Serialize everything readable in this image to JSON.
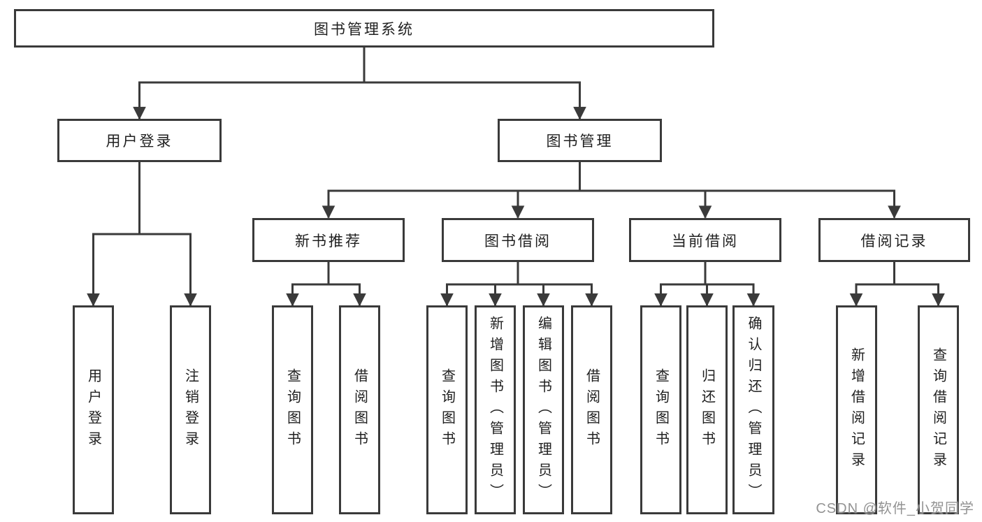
{
  "tree": {
    "root": {
      "label": "图书管理系统"
    },
    "branches": [
      {
        "label": "用户登录",
        "children": [
          {
            "label": "用户登录"
          },
          {
            "label": "注销登录"
          }
        ]
      },
      {
        "label": "图书管理",
        "children": [
          {
            "label": "新书推荐",
            "children": [
              {
                "label": "查询图书"
              },
              {
                "label": "借阅图书"
              }
            ]
          },
          {
            "label": "图书借阅",
            "children": [
              {
                "label": "查询图书"
              },
              {
                "label": "新增图书（管理员）"
              },
              {
                "label": "编辑图书（管理员）"
              },
              {
                "label": "借阅图书"
              }
            ]
          },
          {
            "label": "当前借阅",
            "children": [
              {
                "label": "查询图书"
              },
              {
                "label": "归还图书"
              },
              {
                "label": "确认归还（管理员）"
              }
            ]
          },
          {
            "label": "借阅记录",
            "children": [
              {
                "label": "新增借阅记录"
              },
              {
                "label": "查询借阅记录"
              }
            ]
          }
        ]
      }
    ]
  },
  "watermark": {
    "text": "CSDN @软件_小贺同学"
  },
  "colors": {
    "line": "#3a3a3a",
    "text": "#1f1f1f",
    "watermark": "#8a8a8a",
    "background": "#ffffff"
  }
}
